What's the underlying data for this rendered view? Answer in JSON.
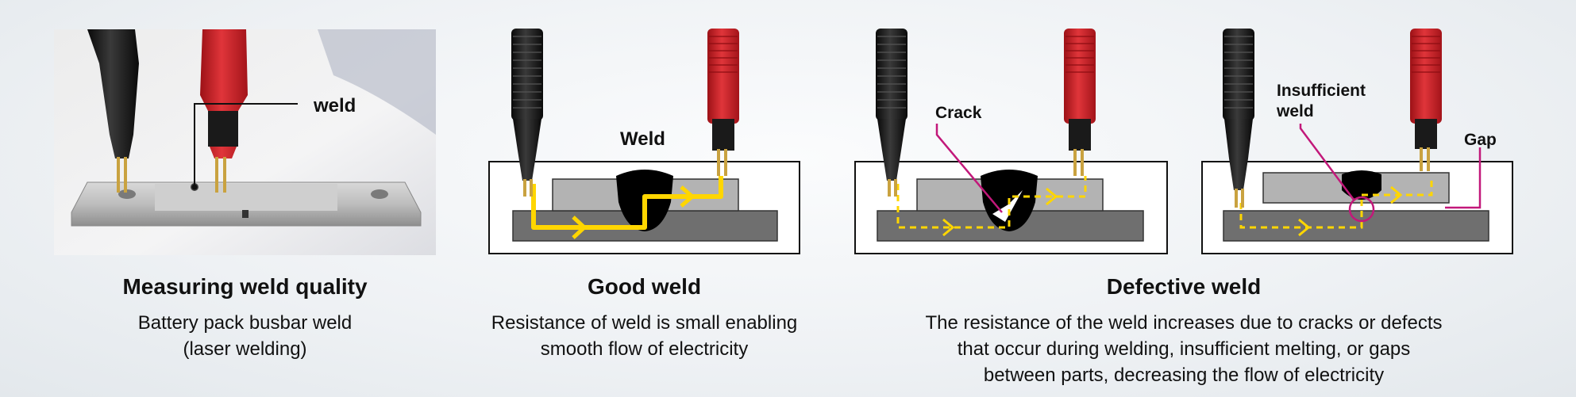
{
  "photo": {
    "label": "weld",
    "title": "Measuring weld quality",
    "desc_line1": "Battery pack busbar weld",
    "desc_line2": "(laser welding)"
  },
  "good": {
    "label": "Weld",
    "title": "Good weld",
    "desc_line1": "Resistance of weld is small enabling",
    "desc_line2": "smooth flow of electricity"
  },
  "defective": {
    "crack_label": "Crack",
    "insufficient_label_line1": "Insufficient",
    "insufficient_label_line2": "weld",
    "gap_label": "Gap",
    "title": "Defective weld",
    "desc_line1": "The resistance of the weld increases due to cracks or defects",
    "desc_line2": "that occur during welding, insufficient melting, or gaps",
    "desc_line3": "between parts, decreasing the flow of electricity"
  },
  "colors": {
    "probe_black": "#1a1a1a",
    "probe_red": "#d5232a",
    "current_path": "#ffd600",
    "leader_line": "#c2187a",
    "plate_light": "#b3b3b3",
    "plate_dark": "#6f6f6f"
  }
}
